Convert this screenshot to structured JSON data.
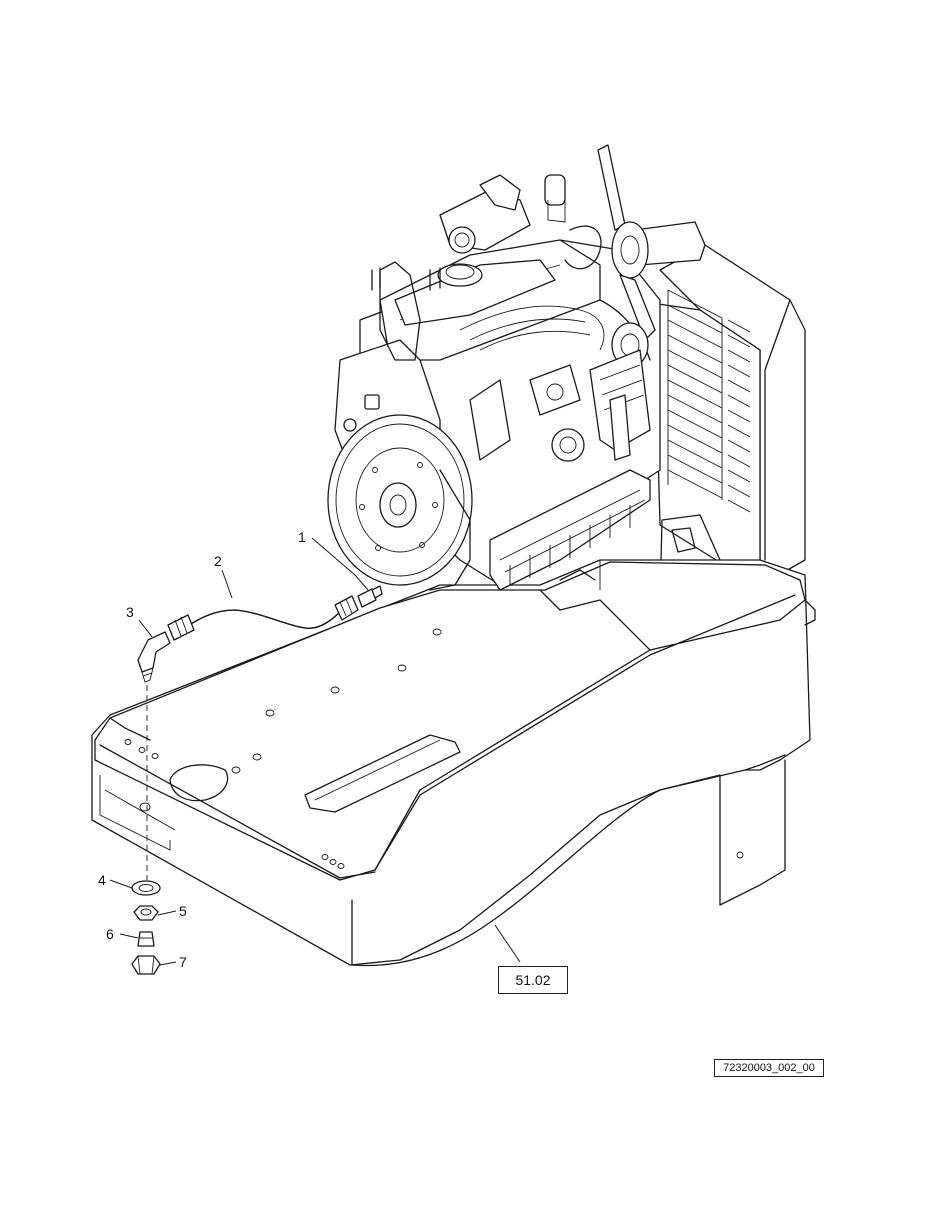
{
  "callouts": [
    {
      "id": "1",
      "label": "1"
    },
    {
      "id": "2",
      "label": "2"
    },
    {
      "id": "3",
      "label": "3"
    },
    {
      "id": "4",
      "label": "4"
    },
    {
      "id": "5",
      "label": "5"
    },
    {
      "id": "6",
      "label": "6"
    },
    {
      "id": "7",
      "label": "7"
    }
  ],
  "reference": {
    "label": "51.02"
  },
  "drawing_id": "72320003_002_00",
  "colors": {
    "ink": "#1a1a1a",
    "background": "#ffffff"
  }
}
